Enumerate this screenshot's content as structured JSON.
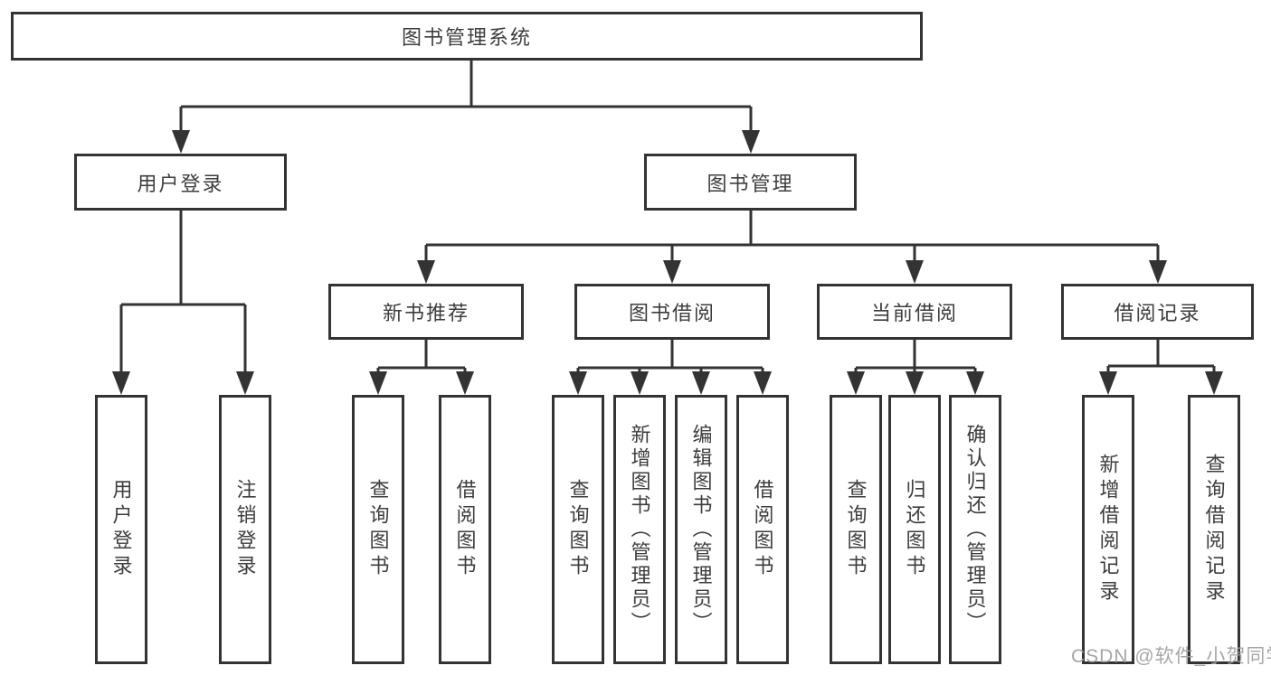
{
  "diagram": {
    "root": {
      "label": "图书管理系统"
    },
    "level2": [
      {
        "label": "用户登录"
      },
      {
        "label": "图书管理"
      }
    ],
    "level3": [
      {
        "label": "新书推荐"
      },
      {
        "label": "图书借阅"
      },
      {
        "label": "当前借阅"
      },
      {
        "label": "借阅记录"
      }
    ],
    "leaves": [
      {
        "label": "用户登录"
      },
      {
        "label": "注销登录"
      },
      {
        "label": "查询图书"
      },
      {
        "label": "借阅图书"
      },
      {
        "label": "查询图书"
      },
      {
        "label": "新增图书（管理员）"
      },
      {
        "label": "编辑图书（管理员）"
      },
      {
        "label": "借阅图书"
      },
      {
        "label": "查询图书"
      },
      {
        "label": "归还图书"
      },
      {
        "label": "确认归还（管理员）"
      },
      {
        "label": "新增借阅记录"
      },
      {
        "label": "查询借阅记录"
      }
    ],
    "watermark": "CSDN @软件_小贺同学",
    "colors": {
      "line": "#333333",
      "box_border": "#333333",
      "box_fill": "#ffffff",
      "text": "#3d3d3d",
      "watermark": "#9e9e9e",
      "background": "#ffffff"
    }
  }
}
